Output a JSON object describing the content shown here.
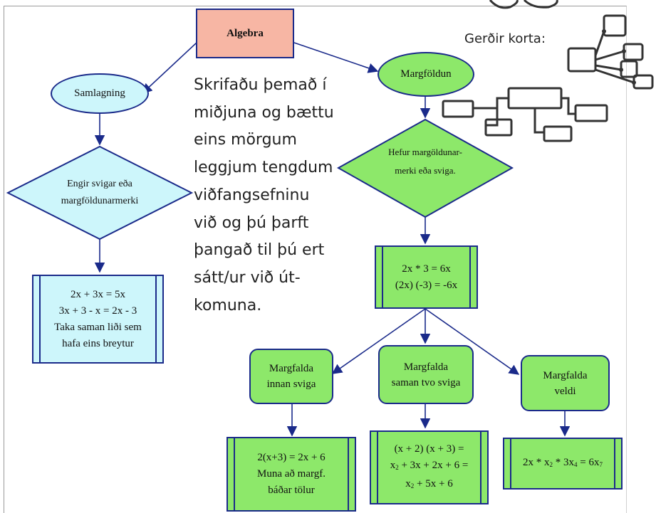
{
  "canvas": {
    "background": "#ffffff"
  },
  "colors": {
    "salmon": "#f7b6a4",
    "light_blue": "#cdf6fb",
    "green": "#8de86a",
    "stroke": "#1a2a8a"
  },
  "nodes": {
    "algebra": "Algebra",
    "samlagning": "Samlagning",
    "margfoldun": "Margföldun",
    "diamond_left": [
      "Engir svigar eða",
      "margföldunarmerki"
    ],
    "diamond_right": [
      "Hefur margöldunar-",
      "merki eða sviga."
    ],
    "addition_examples": [
      "2x + 3x = 5x",
      "3x + 3 - x = 2x - 3",
      "Taka saman liði sem",
      "hafa eins breytur"
    ],
    "mult_examples": [
      "2x * 3 = 6x",
      "(2x) (-3) = -6x"
    ],
    "margfalda_innan": [
      "Margfalda",
      "innan sviga"
    ],
    "margfalda_saman": [
      "Margfalda",
      "saman tvo sviga"
    ],
    "margfalda_veldi": [
      "Margfalda",
      "veldi"
    ],
    "innan_examples": [
      "2(x+3) = 2x + 6",
      "Muna að margf.",
      "báðar tölur"
    ],
    "saman_examples": {
      "line1": "(x + 2) (x + 3) =",
      "line2_a": "x",
      "line2_a_sup": "2",
      "line2_b": " + 3x + 2x + 6 =",
      "line3_a": "x",
      "line3_a_sup": "2",
      "line3_b": " + 5x + 6"
    },
    "veldi_example": {
      "a": "2x * x",
      "a_sup": "2",
      "b": " * 3x",
      "b_sup": "4",
      "c": " = 6x",
      "c_sup": "7"
    }
  },
  "instructions": [
    "Skrifaðu þemað í",
    "miðjuna og bættu",
    "eins mörgum",
    "leggjum tengdum",
    "viðfangsefninu",
    "við og þú þarft",
    "þangað til þú ert",
    "sátt/ur við út-",
    "komuna."
  ],
  "map_types_label": "Gerðir korta:"
}
